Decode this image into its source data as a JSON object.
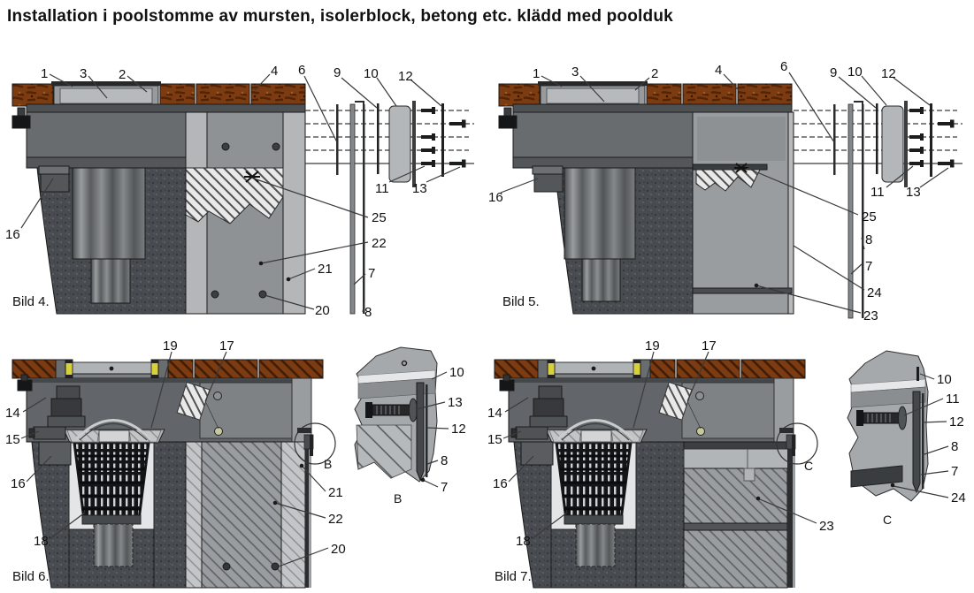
{
  "title": "Installation i poolstomme av mursten, isolerblock, betong etc. klädd med poolduk",
  "colors": {
    "background": "#ffffff",
    "wood": "#7c3b10",
    "wood_dark": "#3f1d06",
    "skimmer_body": "#63676a",
    "interior_panel": "#7e8285",
    "light_gray": "#b4b6b8",
    "wall_gray": "#8f9295",
    "concrete": "#484c51",
    "liner": "#85888b",
    "hatch_gray": "#9a9da0",
    "accent_yellow": "#d8d23a",
    "line": "#1a1a1a"
  },
  "figures": {
    "bild4": {
      "label": "Bild 4.",
      "callouts": {
        "n1": "1",
        "n2": "2",
        "n3": "3",
        "n4": "4",
        "n6": "6",
        "n7": "7",
        "n8": "8",
        "n9": "9",
        "n10": "10",
        "n11": "11",
        "n12": "12",
        "n13": "13",
        "n16": "16",
        "n20": "20",
        "n21": "21",
        "n22": "22",
        "n25": "25"
      }
    },
    "bild5": {
      "label": "Bild 5.",
      "callouts": {
        "n1": "1",
        "n2": "2",
        "n3": "3",
        "n4": "4",
        "n6": "6",
        "n7": "7",
        "n8": "8",
        "n9": "9",
        "n10": "10",
        "n11": "11",
        "n12": "12",
        "n13": "13",
        "n16": "16",
        "n23": "23",
        "n24": "24",
        "n25": "25"
      }
    },
    "bild6": {
      "label": "Bild 6.",
      "detail_ref": "B",
      "callouts": {
        "n14": "14",
        "n15": "15",
        "n16": "16",
        "n17": "17",
        "n18": "18",
        "n19": "19",
        "n20": "20",
        "n21": "21",
        "n22": "22"
      }
    },
    "bild7": {
      "label": "Bild 7.",
      "detail_ref": "C",
      "callouts": {
        "n14": "14",
        "n15": "15",
        "n16": "16",
        "n17": "17",
        "n18": "18",
        "n19": "19",
        "n23": "23"
      }
    },
    "detailB": {
      "label": "B",
      "callouts": {
        "n7": "7",
        "n8": "8",
        "n10": "10",
        "n12": "12",
        "n13": "13"
      }
    },
    "detailC": {
      "label": "C",
      "callouts": {
        "n7": "7",
        "n8": "8",
        "n10": "10",
        "n11": "11",
        "n12": "12",
        "n24": "24"
      }
    }
  }
}
